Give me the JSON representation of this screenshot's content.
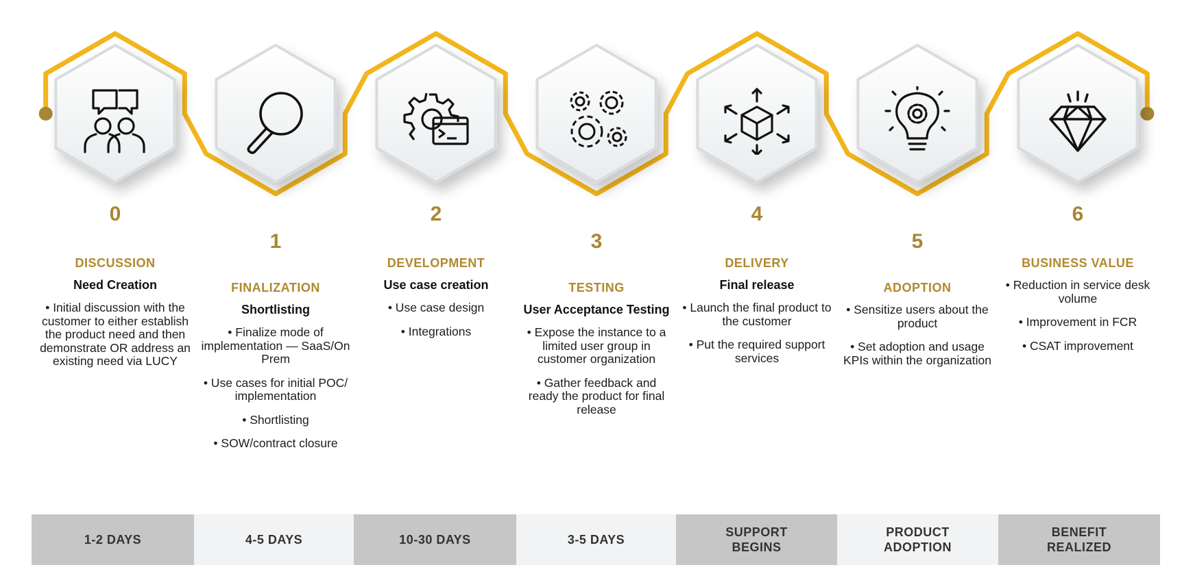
{
  "accent_color": "#f2b51c",
  "endpoint_color": "#a88733",
  "steps": [
    {
      "number": "0",
      "icon": "discussion-users-icon",
      "title": "DISCUSSION",
      "subtitle": "Need Creation",
      "bullets": [
        "• Initial discussion with the customer to either establish the product need and then demonstrate OR address an existing need via LUCY"
      ],
      "duration": "1-2 DAYS"
    },
    {
      "number": "1",
      "icon": "magnifier-icon",
      "title": "FINALIZATION",
      "subtitle": "Shortlisting",
      "bullets": [
        "• Finalize mode of implementation — SaaS/On Prem",
        "• Use cases for initial POC/ implementation",
        "• Shortlisting",
        "• SOW/contract closure"
      ],
      "duration": "4-5 DAYS"
    },
    {
      "number": "2",
      "icon": "gear-terminal-icon",
      "title": "DEVELOPMENT",
      "subtitle": "Use case creation",
      "bullets": [
        "• Use case design",
        "• Integrations"
      ],
      "duration": "10-30 DAYS"
    },
    {
      "number": "3",
      "icon": "gears-icon",
      "title": "TESTING",
      "subtitle": "User Acceptance Testing",
      "bullets": [
        "• Expose the instance to a limited user group in customer organization",
        "• Gather feedback and ready the product for final release"
      ],
      "duration": "3-5 DAYS"
    },
    {
      "number": "4",
      "icon": "cube-arrows-icon",
      "title": "DELIVERY",
      "subtitle": "Final release",
      "bullets": [
        "• Launch the final product to the customer",
        "• Put the required support services"
      ],
      "duration": "SUPPORT BEGINS"
    },
    {
      "number": "5",
      "icon": "lightbulb-gear-icon",
      "title": "ADOPTION",
      "subtitle": "",
      "bullets": [
        "• Sensitize users about the product",
        "• Set adoption and usage KPIs within the organization"
      ],
      "duration": "PRODUCT ADOPTION"
    },
    {
      "number": "6",
      "icon": "diamond-icon",
      "title": "BUSINESS VALUE",
      "subtitle": "",
      "bullets": [
        "• Reduction in service desk volume",
        "• Improvement in FCR",
        "• CSAT improvement"
      ],
      "duration": "BENEFIT REALIZED"
    }
  ]
}
